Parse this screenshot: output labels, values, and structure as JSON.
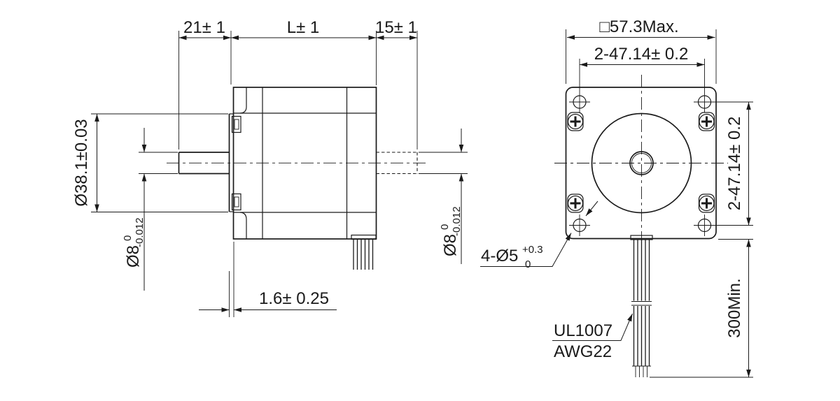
{
  "drawing": {
    "background": "#ffffff",
    "line_color": "#1a1a1a",
    "views": {
      "side_view": {
        "dim_shaft_length": "21± 1",
        "dim_body_length": "L± 1",
        "dim_rear_shaft_length": "15± 1",
        "dim_pilot_diameter": "Ø38.1±0.03",
        "dim_shaft_diameter": {
          "nominal": "Ø8",
          "tol_upper": "0",
          "tol_lower": "-0.012"
        },
        "dim_rear_shaft_diameter": {
          "nominal": "Ø8",
          "tol_upper": "0",
          "tol_lower": "-0.012"
        },
        "dim_pilot_depth": "1.6± 0.25"
      },
      "front_view": {
        "dim_frame_size": "□57.3Max.",
        "dim_hole_pitch_horizontal": "2-47.14± 0.2",
        "dim_hole_pitch_vertical": "2-47.14± 0.2",
        "dim_mounting_holes": {
          "nominal": "4-Ø5",
          "tol_upper": "+0.3",
          "tol_lower": "0"
        },
        "lead_wire_label": {
          "line1": "UL1007",
          "line2": "AWG22"
        },
        "dim_lead_wire_length": "300Min."
      }
    }
  }
}
